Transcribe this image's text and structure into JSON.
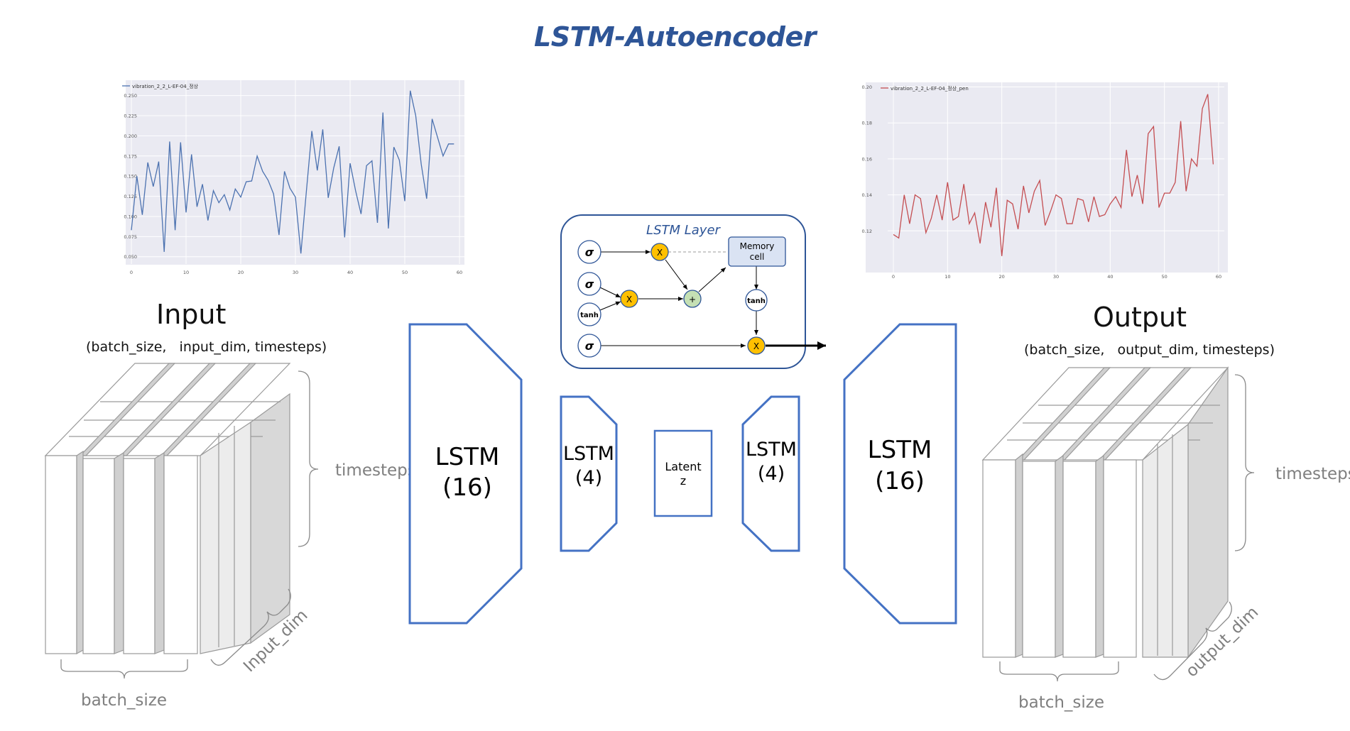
{
  "title": "LSTM-Autoencoder",
  "colors": {
    "accent": "#4472c4",
    "title": "#2e5597",
    "input_series": "#4c72b0",
    "output_series": "#c44e52",
    "gate": "#ffc000",
    "add_gate": "#c5e0b4",
    "memory_cell": "#dae3f3"
  },
  "input": {
    "heading": "Input",
    "shape_label": "(batch_size,   input_dim, timesteps)",
    "timesteps_label": "timesteps",
    "dim_label": "Input_dim",
    "batch_label": "batch_size"
  },
  "output": {
    "heading": "Output",
    "shape_label": "(batch_size,   output_dim, timesteps)",
    "timesteps_label": "timesteps",
    "dim_label": "output_dim",
    "batch_label": "batch_size"
  },
  "layers": {
    "enc1": [
      "LSTM",
      "(16)"
    ],
    "enc2": [
      "LSTM",
      "(4)"
    ],
    "latent": [
      "Latent",
      "z"
    ],
    "dec1": [
      "LSTM",
      "(4)"
    ],
    "dec2": [
      "LSTM",
      "(16)"
    ]
  },
  "lstm_layer": {
    "title": "LSTM Layer",
    "sigma": "σ",
    "tanh": "tanh",
    "multiply": "X",
    "add": "+",
    "memory_cell": [
      "Memory",
      "cell"
    ]
  },
  "chart_data": [
    {
      "type": "line",
      "legend": "vibration_2_2_L-EF-04_정상",
      "x_ticks": [
        "0",
        "10",
        "20",
        "30",
        "40",
        "50",
        "60"
      ],
      "y_ticks": [
        "0.050",
        "0.075",
        "0.100",
        "0.125",
        "0.150",
        "0.175",
        "0.200",
        "0.225",
        "0.250"
      ],
      "xlim": [
        0,
        60
      ],
      "ylim": [
        0.048,
        0.262
      ],
      "grid": true,
      "legend_position": "top-left",
      "x": [
        0,
        1,
        2,
        3,
        4,
        5,
        6,
        7,
        8,
        9,
        10,
        11,
        12,
        13,
        14,
        15,
        16,
        17,
        18,
        19,
        20,
        21,
        22,
        23,
        24,
        25,
        26,
        27,
        28,
        29,
        30,
        31,
        32,
        33,
        34,
        35,
        36,
        37,
        38,
        39,
        40,
        41,
        42,
        43,
        44,
        45,
        46,
        47,
        48,
        49,
        50,
        51,
        52,
        53,
        54,
        55,
        56,
        57,
        58,
        59
      ],
      "series": [
        {
          "values": [
            0.083,
            0.15,
            0.102,
            0.167,
            0.137,
            0.168,
            0.056,
            0.193,
            0.083,
            0.192,
            0.105,
            0.177,
            0.112,
            0.14,
            0.095,
            0.132,
            0.117,
            0.127,
            0.108,
            0.134,
            0.124,
            0.143,
            0.144,
            0.175,
            0.156,
            0.145,
            0.128,
            0.077,
            0.156,
            0.135,
            0.124,
            0.054,
            0.131,
            0.206,
            0.157,
            0.208,
            0.123,
            0.16,
            0.187,
            0.074,
            0.166,
            0.132,
            0.103,
            0.163,
            0.169,
            0.092,
            0.229,
            0.085,
            0.186,
            0.17,
            0.119,
            0.256,
            0.225,
            0.165,
            0.122,
            0.221,
            0.198,
            0.175,
            0.19,
            0.19
          ]
        }
      ]
    },
    {
      "type": "line",
      "legend": "vibration_2_2_L-EF-04_정상_pen",
      "x_ticks": [
        "0",
        "10",
        "20",
        "30",
        "40",
        "50",
        "60"
      ],
      "y_ticks": [
        "0.12",
        "0.14",
        "0.16",
        "0.18",
        "0.20"
      ],
      "xlim": [
        0,
        60
      ],
      "ylim": [
        0.1,
        0.201
      ],
      "grid": true,
      "legend_position": "top-left",
      "x": [
        0,
        1,
        2,
        3,
        4,
        5,
        6,
        7,
        8,
        9,
        10,
        11,
        12,
        13,
        14,
        15,
        16,
        17,
        18,
        19,
        20,
        21,
        22,
        23,
        24,
        25,
        26,
        27,
        28,
        29,
        30,
        31,
        32,
        33,
        34,
        35,
        36,
        37,
        38,
        39,
        40,
        41,
        42,
        43,
        44,
        45,
        46,
        47,
        48,
        49,
        50,
        51,
        52,
        53,
        54,
        55,
        56,
        57,
        58,
        59
      ],
      "series": [
        {
          "values": [
            0.118,
            0.116,
            0.14,
            0.124,
            0.14,
            0.138,
            0.119,
            0.127,
            0.14,
            0.126,
            0.147,
            0.126,
            0.128,
            0.146,
            0.124,
            0.13,
            0.113,
            0.136,
            0.122,
            0.144,
            0.106,
            0.137,
            0.135,
            0.121,
            0.145,
            0.13,
            0.142,
            0.148,
            0.123,
            0.131,
            0.14,
            0.138,
            0.124,
            0.124,
            0.138,
            0.137,
            0.125,
            0.139,
            0.128,
            0.129,
            0.135,
            0.139,
            0.133,
            0.165,
            0.139,
            0.151,
            0.135,
            0.174,
            0.178,
            0.133,
            0.141,
            0.141,
            0.147,
            0.181,
            0.142,
            0.16,
            0.156,
            0.188,
            0.196,
            0.157
          ]
        }
      ]
    }
  ]
}
